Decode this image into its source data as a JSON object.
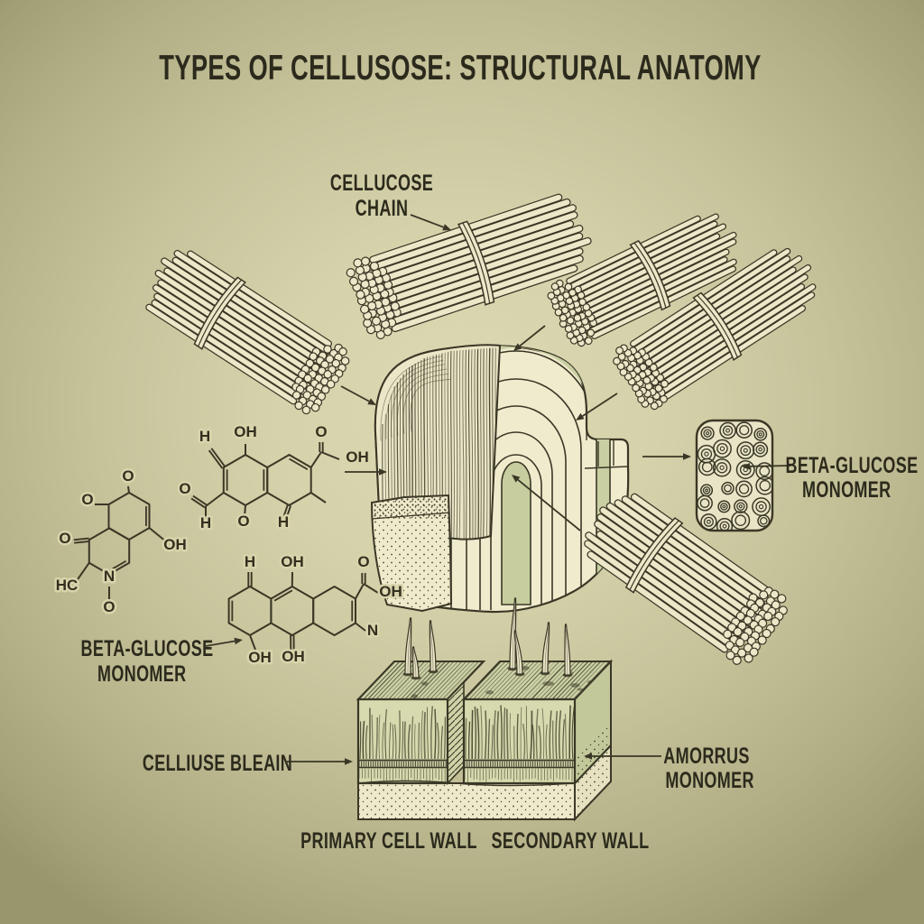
{
  "title": "TYPES OF CELLUSOSE: STRUCTURAL ANATOMY",
  "labels": {
    "chain": {
      "line1": "CELLUCOSE",
      "line2": "CHAIN"
    },
    "beta_right": {
      "line1": "BETA-GLUCOSE",
      "line2": "MONOMER"
    },
    "beta_left": {
      "line1": "BETA-GLUCOSE",
      "line2": "MONOMER"
    },
    "blein": {
      "text": "CELLIUSE BLEAIN"
    },
    "amorrus": {
      "line1": "AMORRUS",
      "line2": "MONOMER"
    },
    "primary": {
      "text": "PRIMARY CELL WALL"
    },
    "secondary": {
      "text": "SECONDARY WALL"
    }
  },
  "molecules": {
    "left": {
      "atoms": [
        "O",
        "O",
        "O",
        "OH",
        "HC",
        "N",
        "O"
      ]
    },
    "middle": {
      "atoms": [
        "H",
        "OH",
        "O",
        "OH",
        "O",
        "H",
        "O",
        "H"
      ]
    },
    "lower": {
      "atoms": [
        "H",
        "OH",
        "O",
        "OH",
        "N",
        "OH",
        "OH"
      ]
    }
  },
  "colors": {
    "background_center": "#ddd9b3",
    "background_edge": "#99956c",
    "ink": "#3a3726",
    "paper_cream": "#eee9cb",
    "paper_cream2": "#e8e3c5",
    "accent_green": "#c9cfa2",
    "face_green": "#d4d8ae",
    "text": "#2c2a1c"
  }
}
